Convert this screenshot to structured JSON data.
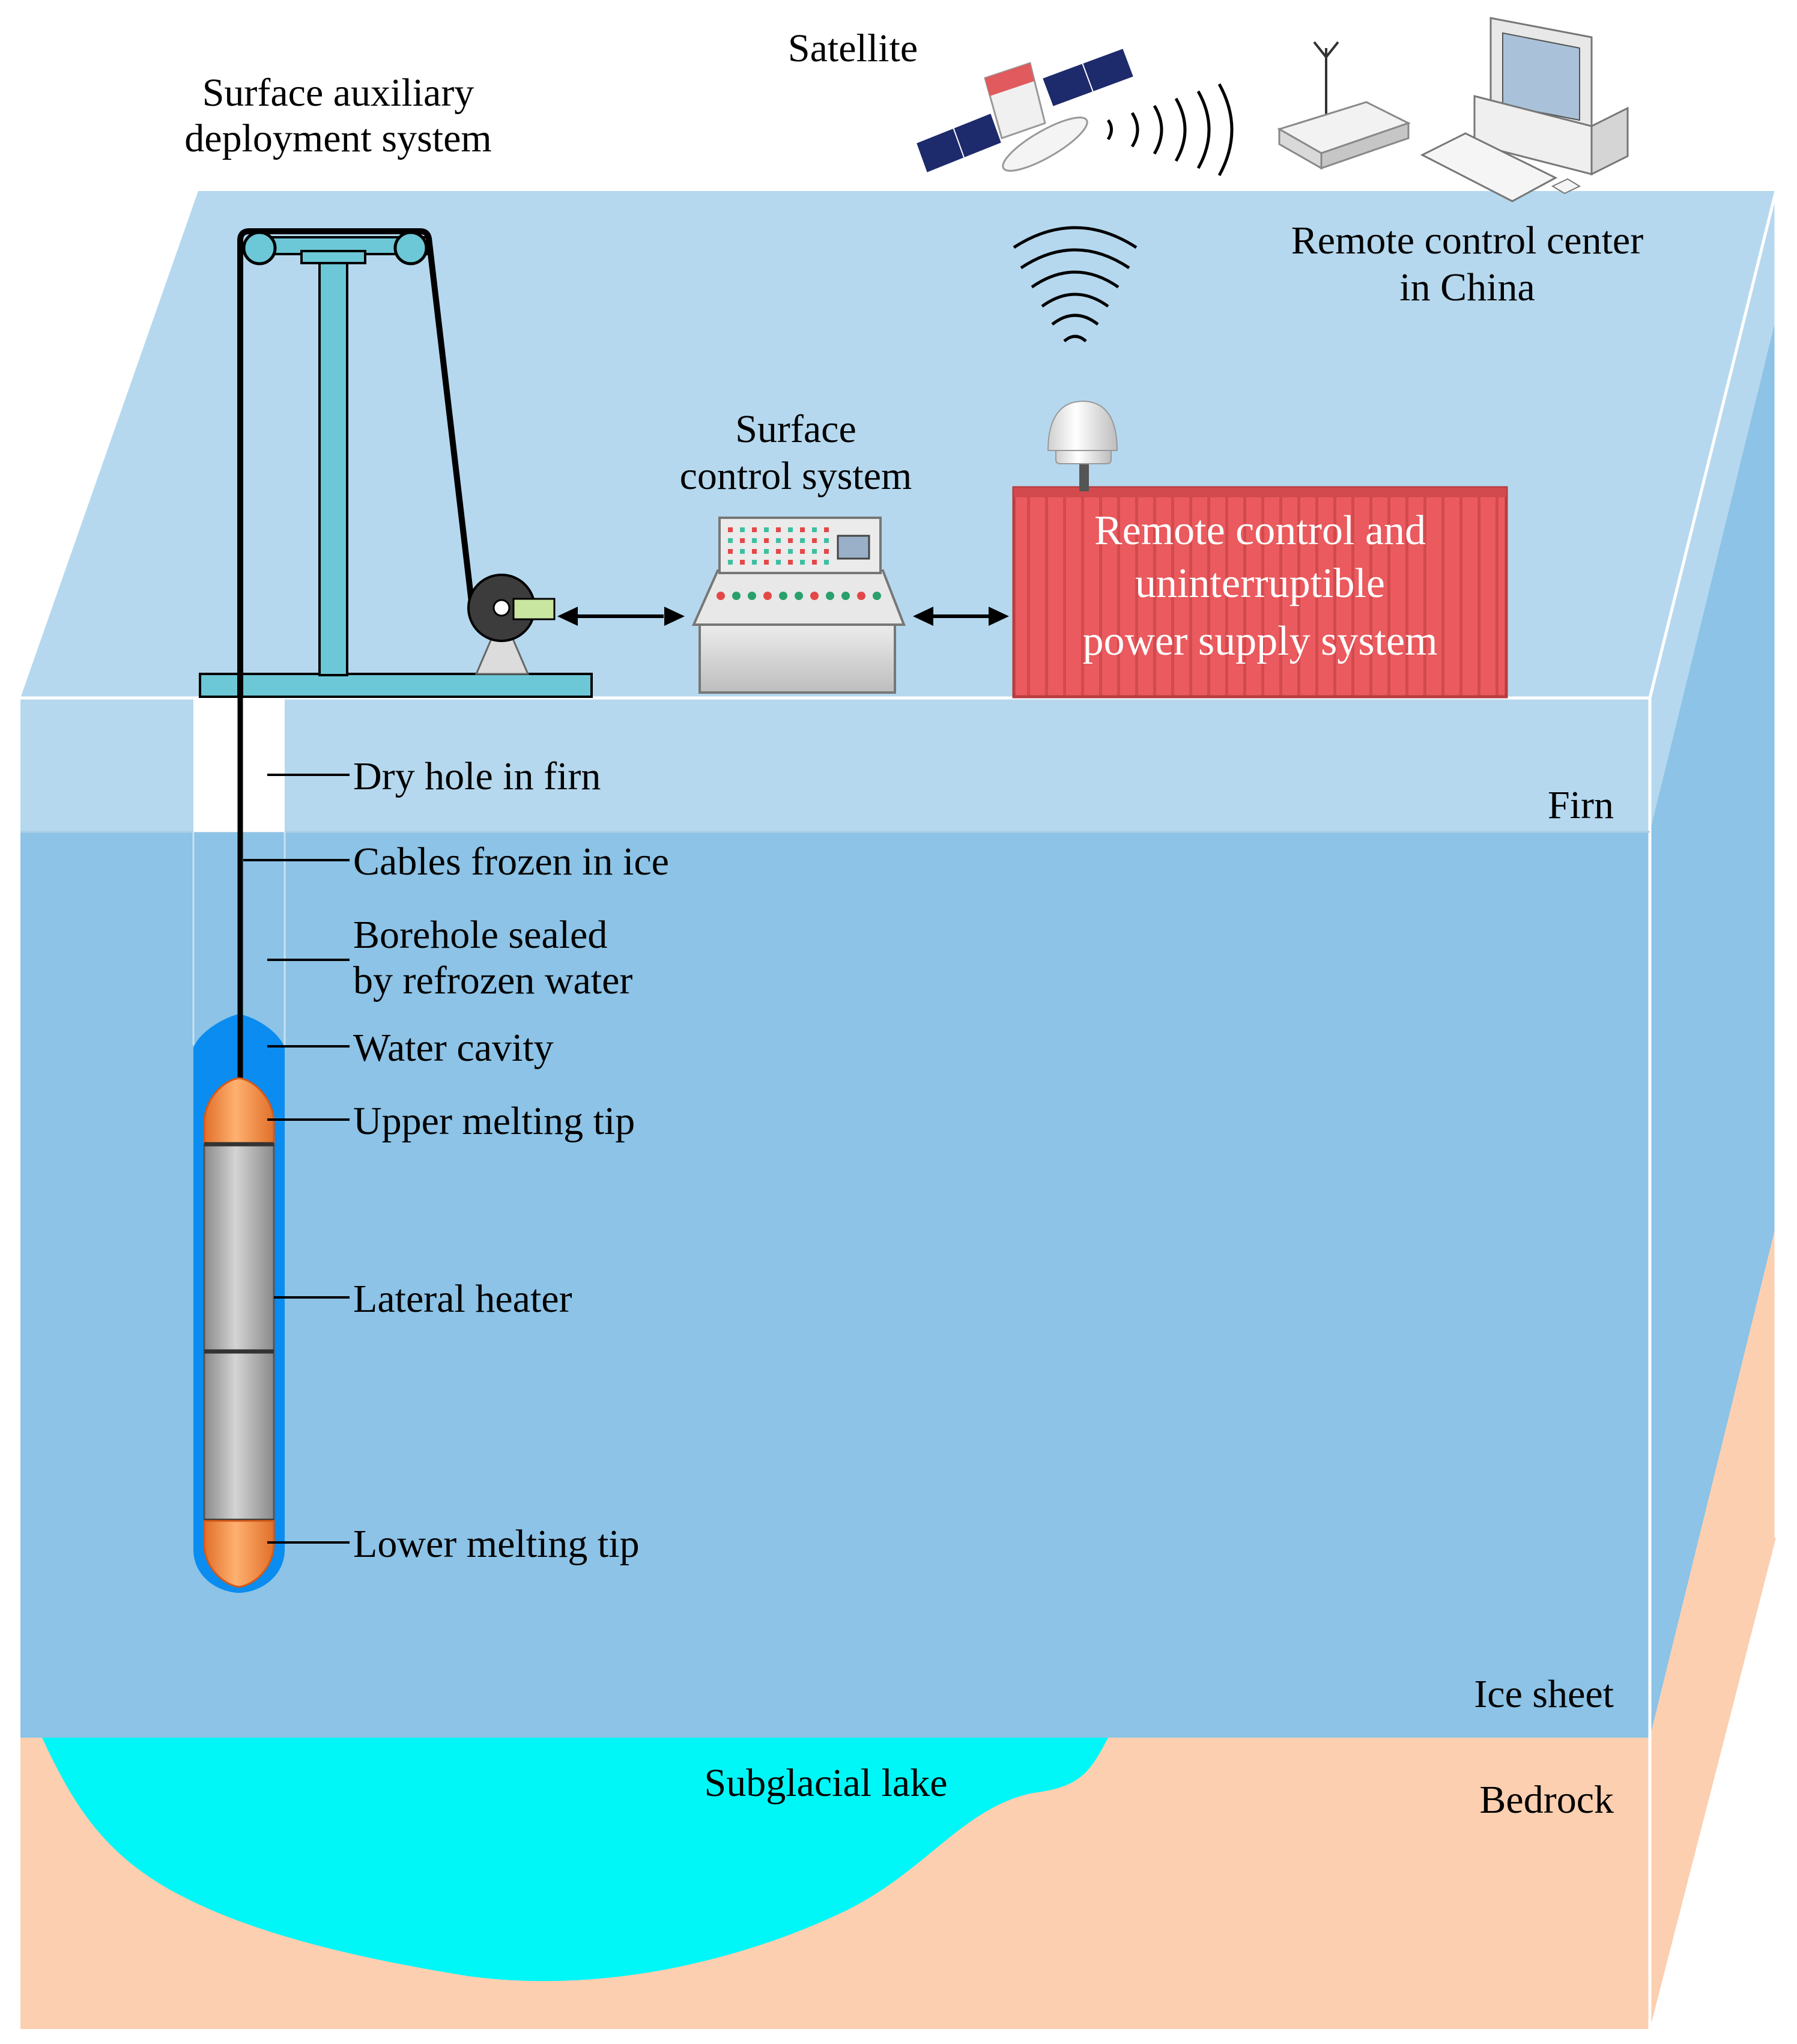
{
  "labels": {
    "satellite": "Satellite",
    "surface_aux_line1": "Surface auxiliary",
    "surface_aux_line2": "deployment system",
    "remote_center_line1": "Remote control center",
    "remote_center_line2": "in China",
    "surface_control_line1": "Surface",
    "surface_control_line2": "control system",
    "ups_line1": "Remote control and",
    "ups_line2": "uninterruptible",
    "ups_line3": "power supply system",
    "firn": "Firn",
    "ice_sheet": "Ice sheet",
    "bedrock": "Bedrock",
    "subglacial_lake": "Subglacial lake"
  },
  "callouts": {
    "dry_hole": "Dry hole in firn",
    "cables": "Cables frozen in ice",
    "borehole_line1": "Borehole sealed",
    "borehole_line2": "by refrozen water",
    "water_cavity": "Water cavity",
    "upper_tip": "Upper melting tip",
    "lateral_heater": "Lateral heater",
    "lower_tip": "Lower melting tip"
  },
  "colors": {
    "surface_top": "#b5d8ee",
    "firn_layer": "#b5d8ee",
    "ice_layer": "#8cc3e6",
    "side_face": "#8cc3e6",
    "bedrock": "#fccfb0",
    "lake": "#00f7f7",
    "water_cavity": "#0a8cf0",
    "container": "#ea5a5e",
    "melting_tip": "#f08a3c",
    "heater": "#a8a8a8",
    "frame": "#6cc8d6"
  }
}
